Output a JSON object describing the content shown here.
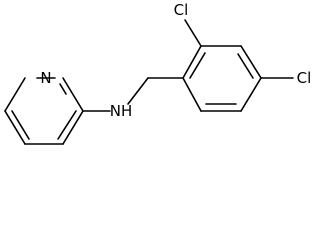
{
  "molecule": {
    "atoms": {
      "pyridine_n": "N",
      "amine_nh": "NH",
      "chloro_top": "Cl",
      "chloro_right": "Cl"
    }
  },
  "colors": {
    "ink": "#000000",
    "background": "#ffffff"
  }
}
